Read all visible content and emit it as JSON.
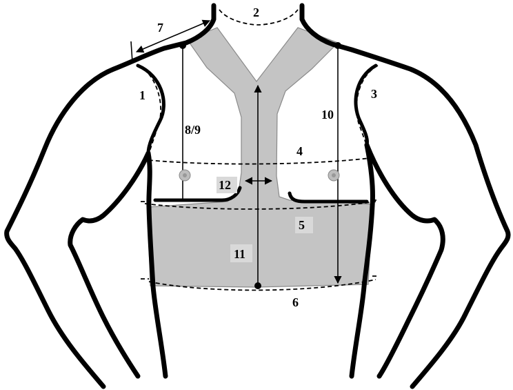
{
  "diagram": {
    "labels": {
      "l1": "1",
      "l2": "2",
      "l3": "3",
      "l4": "4",
      "l5": "5",
      "l6": "6",
      "l7": "7",
      "l8_9": "8/9",
      "l10": "10",
      "l11": "11",
      "l12": "12"
    },
    "colors": {
      "outline": "#000000",
      "shaded_region": "#c4c4c4",
      "nipple": "#bdbdbd"
    }
  }
}
